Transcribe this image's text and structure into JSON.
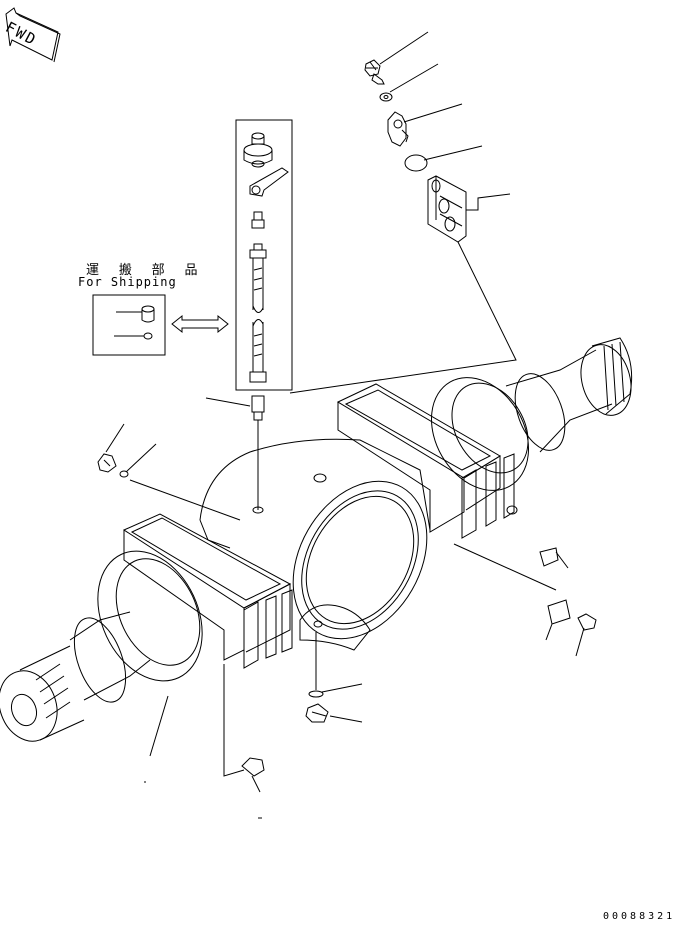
{
  "orientation": {
    "fwd_label": "FWD"
  },
  "shipping_parts": {
    "label_jp": "運 搬 部 品",
    "label_en": "For Shipping"
  },
  "drawing_number": "00088321"
}
